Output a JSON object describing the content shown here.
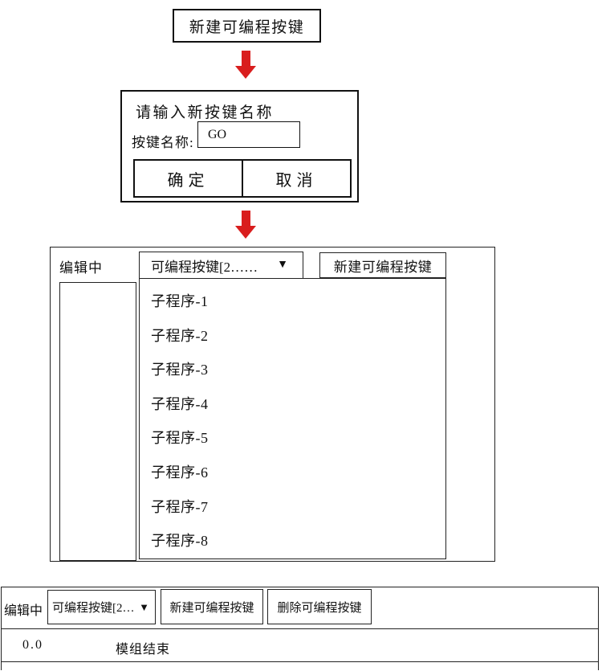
{
  "icons": {
    "caret_down": "▼"
  },
  "colors": {
    "arrow_red": "#d91d1d",
    "border": "#222222"
  },
  "flow_start": {
    "label": "新建可编程按键"
  },
  "dialog": {
    "title": "请输入新按键名称",
    "name_label": "按键名称:",
    "name_value": "GO",
    "ok_label": "确定",
    "cancel_label": "取消"
  },
  "editor_panel": {
    "status": "编辑中",
    "dropdown_value": "可编程按键[2……",
    "new_button": "新建可编程按键",
    "subroutines": [
      "子程序-1",
      "子程序-2",
      "子程序-3",
      "子程序-4",
      "子程序-5",
      "子程序-6",
      "子程序-7",
      "子程序-8"
    ]
  },
  "toolbar": {
    "status": "编辑中",
    "dropdown_value": "可编程按键[2…",
    "new_button": "新建可编程按键",
    "delete_button": "删除可编程按键"
  },
  "program_row": {
    "line_number": "0.0",
    "statement": "模组结束"
  }
}
